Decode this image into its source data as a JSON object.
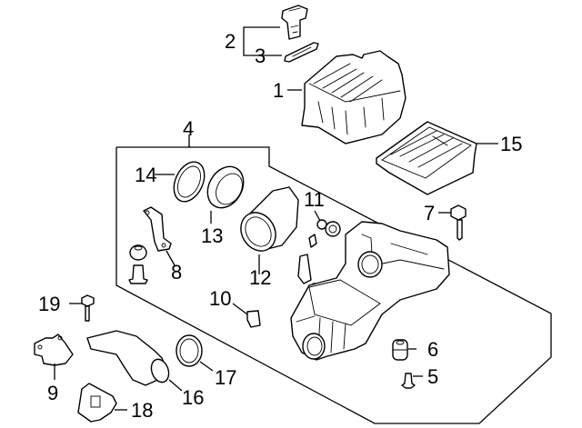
{
  "diagram": {
    "title": "Air Intake / Air Cleaner Assembly Exploded Parts Diagram",
    "callouts": [
      {
        "id": "1",
        "label": "1",
        "part": "air-cleaner-upper-cover"
      },
      {
        "id": "2",
        "label": "2",
        "part": "mass-airflow-sensor"
      },
      {
        "id": "3",
        "label": "3",
        "part": "sensor-gasket"
      },
      {
        "id": "4",
        "label": "4",
        "part": "air-cleaner-assembly-group"
      },
      {
        "id": "5",
        "label": "5",
        "part": "collar"
      },
      {
        "id": "6",
        "label": "6",
        "part": "grommet"
      },
      {
        "id": "7",
        "label": "7",
        "part": "bolt"
      },
      {
        "id": "8",
        "label": "8",
        "part": "bracket"
      },
      {
        "id": "9",
        "label": "9",
        "part": "mount-bracket"
      },
      {
        "id": "10",
        "label": "10",
        "part": "clip"
      },
      {
        "id": "11",
        "label": "11",
        "part": "valve"
      },
      {
        "id": "12",
        "label": "12",
        "part": "intake-duct"
      },
      {
        "id": "13",
        "label": "13",
        "part": "duct-seal"
      },
      {
        "id": "14",
        "label": "14",
        "part": "hose-clamp"
      },
      {
        "id": "15",
        "label": "15",
        "part": "air-filter-element"
      },
      {
        "id": "16",
        "label": "16",
        "part": "inlet-duct"
      },
      {
        "id": "17",
        "label": "17",
        "part": "duct-clamp"
      },
      {
        "id": "18",
        "label": "18",
        "part": "resonator-bracket"
      },
      {
        "id": "19",
        "label": "19",
        "part": "mount-bolt"
      }
    ]
  }
}
